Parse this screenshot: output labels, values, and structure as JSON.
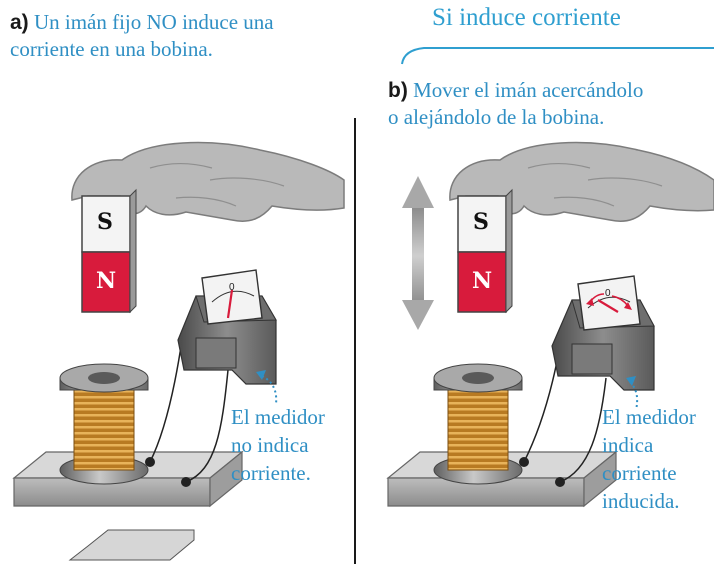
{
  "panel_a": {
    "letter": "a)",
    "caption_line1": "Un imán fijo NO induce una",
    "caption_line2": "corriente en una bobina.",
    "magnet_top": "S",
    "magnet_bottom": "N",
    "meter_zero": "0",
    "note_line1": "El medidor",
    "note_line2": "no indica",
    "note_line3": "corriente."
  },
  "panel_b": {
    "annotation": "Si induce corriente",
    "letter": "b)",
    "caption_line1": "Mover el imán acercándolo",
    "caption_line2": "o alejándolo de la bobina.",
    "magnet_top": "S",
    "magnet_bottom": "N",
    "meter_zero": "0",
    "note_line1": "El medidor",
    "note_line2": "indica",
    "note_line3": "corriente",
    "note_line4": "inducida."
  },
  "colors": {
    "caption_blue": "#2f8fc4",
    "magnet_red": "#d81b3c",
    "coil_copper": "#c78a2c"
  }
}
